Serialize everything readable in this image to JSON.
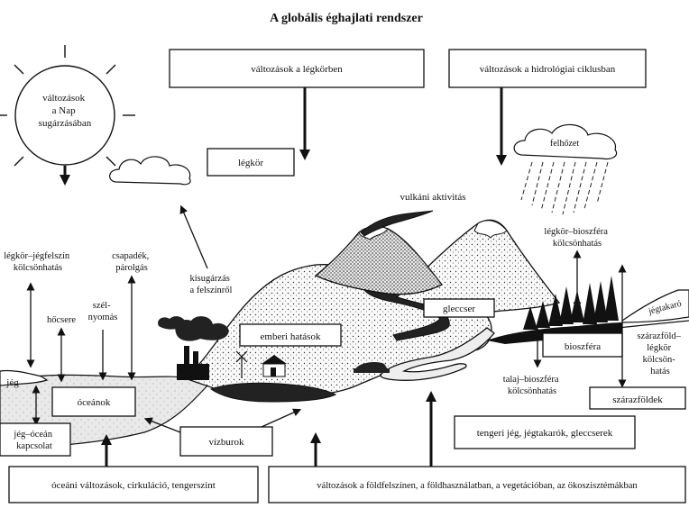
{
  "title": "A globális éghajlati rendszer",
  "labels": {
    "sun": [
      "változások",
      "a Nap",
      "sugárzásában"
    ],
    "atmosphere_changes": "változások a légkörben",
    "hydro_changes": "változások a hidrológiai ciklusban",
    "atmosphere": "légkör",
    "cloud": "felhőzet",
    "volcanic": "vulkáni aktivitás",
    "air_ice": [
      "légkör–jégfelszín",
      "kölcsönhatás"
    ],
    "precip": [
      "csapadék,",
      "párolgás"
    ],
    "radiation": [
      "kisugárzás",
      "a felszínről"
    ],
    "heat_exchange": "hőcsere",
    "wind_stress": [
      "szél-",
      "nyomás"
    ],
    "human": "emberi hatások",
    "glacier": "gleccser",
    "air_bio": [
      "légkör–bioszféra",
      "kölcsönhatás"
    ],
    "ice_sheet": "jégtakaró",
    "ice": "jég",
    "oceans": "óceánok",
    "biosphere": "bioszféra",
    "land_air": [
      "szárazföld–",
      "légkör",
      "kölcsön-",
      "hatás"
    ],
    "soil_bio": [
      "talaj–bioszféra",
      "kölcsönhatás"
    ],
    "landmasses": "szárazföldek",
    "ice_ocean": [
      "jég–óceán",
      "kapcsolat"
    ],
    "hydrosphere": "vízburok",
    "sea_ice": "tengeri jég, jégtakarók, gleccserek",
    "ocean_changes": "óceáni változások, cirkuláció, tengerszint",
    "land_changes": "változások a földfelszínen, a földhasználatban, a vegetációban, az ökoszisztémákban"
  }
}
